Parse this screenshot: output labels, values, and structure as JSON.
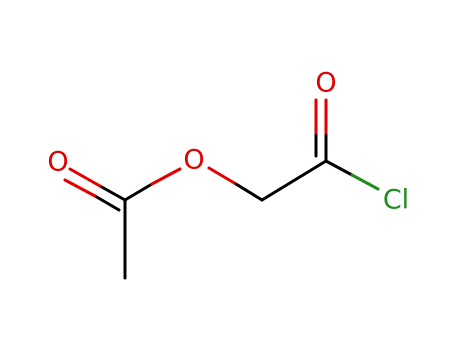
{
  "colors": {
    "background": "#ffffff",
    "carbon": "#000000",
    "oxygen": "#e00000",
    "chlorine": "#1f8c1f"
  },
  "atoms": {
    "o_carbonyl_left": "O",
    "o_ester": "O",
    "o_carbonyl_right": "O",
    "cl": "Cl"
  }
}
